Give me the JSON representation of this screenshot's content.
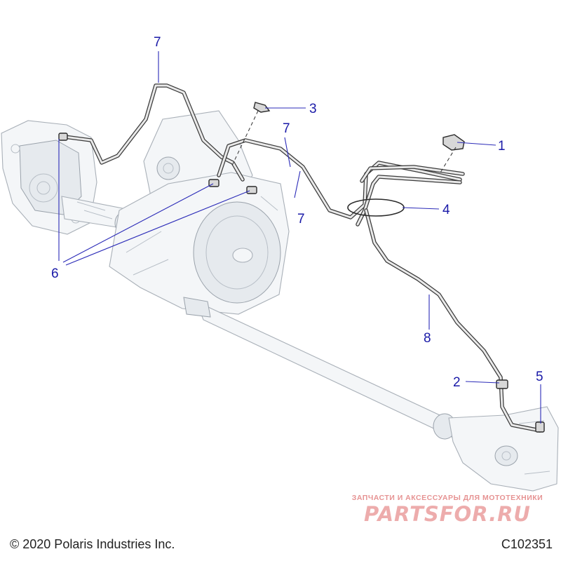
{
  "diagram": {
    "callouts": [
      "1",
      "2",
      "3",
      "4",
      "5",
      "6",
      "7",
      "7",
      "7",
      "8"
    ]
  },
  "footer": {
    "copyright": "© 2020 Polaris Industries Inc.",
    "figure_id": "C102351"
  },
  "watermark": {
    "tagline": "ЗАПЧАСТИ И АКСЕССУАРЫ ДЛЯ МОТОТЕХНИКИ",
    "brand": "PARTSFOR.RU"
  },
  "colors": {
    "callout": "#1a1aa8",
    "hose": "#3a3a3a",
    "watermark": "#e06a6a"
  }
}
